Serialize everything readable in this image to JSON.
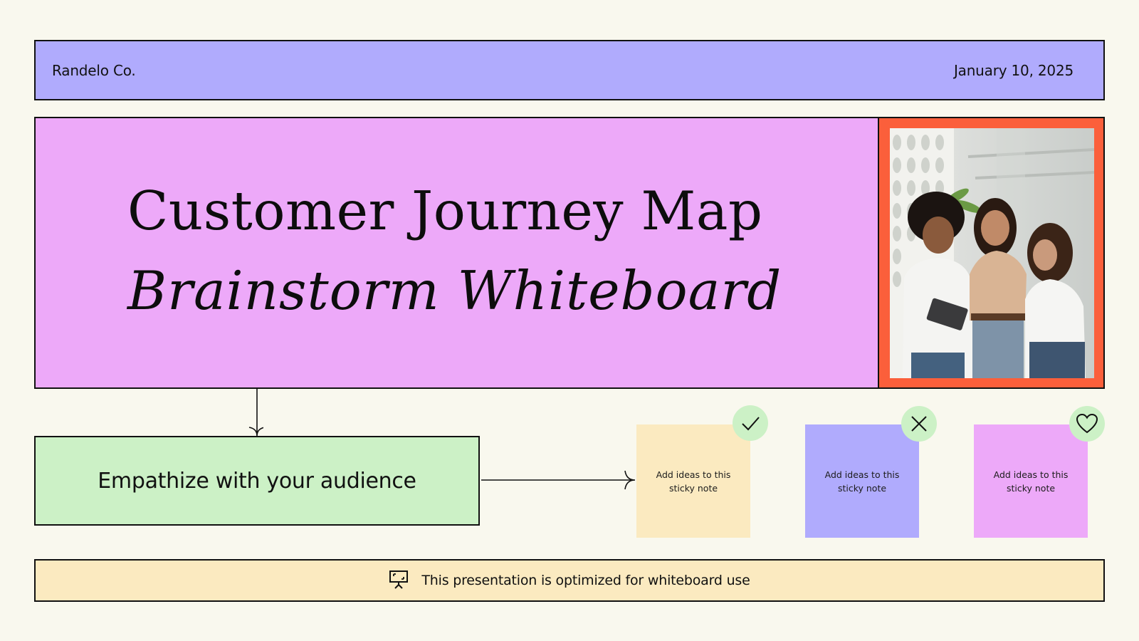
{
  "header": {
    "company": "Randelo Co.",
    "date": "January 10, 2025"
  },
  "hero": {
    "title_line1": "Customer Journey Map",
    "title_line2": "Brainstorm Whiteboard",
    "photo_description_icon": "group-photo"
  },
  "stage": {
    "label": "Empathize with your audience"
  },
  "sticky_notes": [
    {
      "text": "Add ideas to this sticky note",
      "badge_icon": "check-icon"
    },
    {
      "text": "Add ideas to this sticky note",
      "badge_icon": "x-icon"
    },
    {
      "text": "Add ideas to this sticky note",
      "badge_icon": "heart-icon"
    }
  ],
  "footer": {
    "icon": "presentation-icon",
    "text": "This presentation is optimized for whiteboard use"
  },
  "colors": {
    "background": "#f9f8ee",
    "header": "#b0abfd",
    "hero": "#eda9f9",
    "photo_frame": "#fb5f3b",
    "stage": "#ccf1c6",
    "sticky_yellow": "#fbeac0",
    "sticky_purple": "#b0abfd",
    "sticky_pink": "#eda9f9",
    "badge": "#ccf1c6"
  }
}
